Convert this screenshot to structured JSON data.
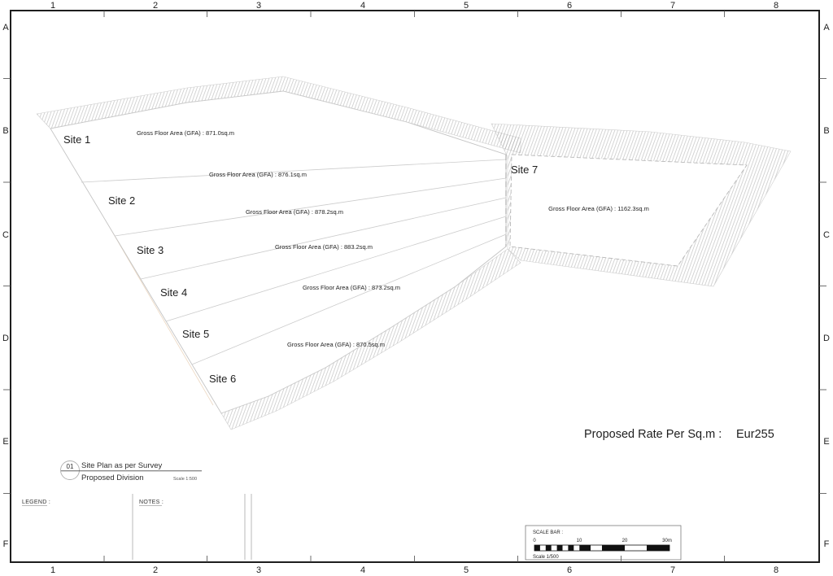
{
  "sheet": {
    "grid_cols": [
      "1",
      "2",
      "3",
      "4",
      "5",
      "6",
      "7",
      "8"
    ],
    "grid_rows": [
      "A",
      "B",
      "C",
      "D",
      "E",
      "F"
    ]
  },
  "sites": [
    {
      "label": "Site 1",
      "gfa": "Gross Floor Area (GFA) : 871.0sq.m"
    },
    {
      "label": "Site 2",
      "gfa": "Gross Floor Area (GFA) : 876.1sq.m"
    },
    {
      "label": "Site 3",
      "gfa": "Gross Floor Area (GFA) : 878.2sq.m"
    },
    {
      "label": "Site 4",
      "gfa": "Gross Floor Area (GFA) : 883.2sq.m"
    },
    {
      "label": "Site 5",
      "gfa": "Gross Floor Area (GFA) : 873.2sq.m"
    },
    {
      "label": "Site 6",
      "gfa": "Gross Floor Area (GFA) : 870.5sq.m"
    },
    {
      "label": "Site 7",
      "gfa": "Gross Floor Area (GFA) : 1162.3sq.m"
    }
  ],
  "rate": {
    "label": "Proposed Rate Per Sq.m :",
    "value": "Eur255"
  },
  "title_block": {
    "drawing_number": "01",
    "title": "Site Plan as per Survey",
    "subtitle": "Proposed Division",
    "scale": "Scale 1:500"
  },
  "panels": {
    "legend": "LEGEND :",
    "notes": "NOTES :"
  },
  "scale_bar": {
    "label": "SCALE BAR :",
    "ticks": [
      "0",
      "10",
      "20",
      "30m"
    ],
    "scale_note": "Scale 1/500"
  },
  "colors": {
    "parcel_line": "#c4c4c4",
    "hatch_line": "#a3a3a3",
    "ink": "#1e1e1e",
    "survey_line": "#ddb88f"
  }
}
